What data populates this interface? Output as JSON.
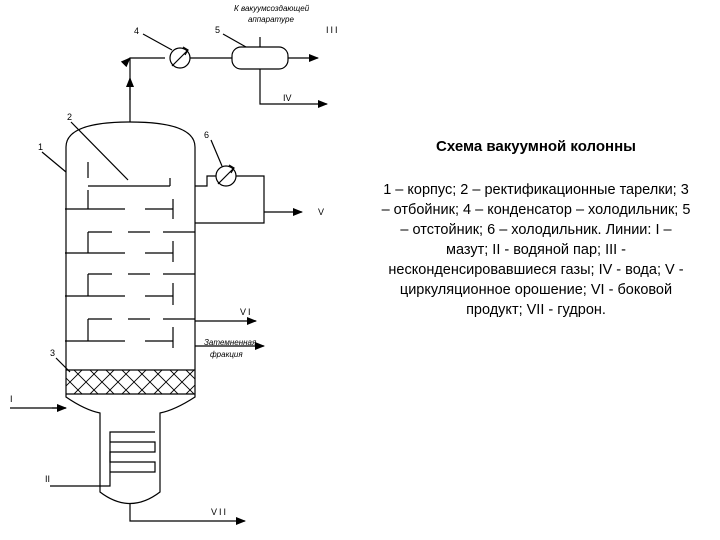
{
  "caption": {
    "title": "Схема вакуумной колонны",
    "body": "1 – корпус; 2 – ректификационные тарелки; 3 – отбойник; 4 – конденсатор – холодильник; 5 – отстойник; 6 – холодильник. Линии: I – мазут; II - водяной пар; III -  несконденсировавшиеся газы; IV - вода; V - циркуляционное орошение; VI - боковой продукт; VII - гудрон."
  },
  "diagram": {
    "numbers": {
      "n1": "1",
      "n2": "2",
      "n3": "3",
      "n4": "4",
      "n5": "5",
      "n6": "6"
    },
    "lines": {
      "l1": "I",
      "l2": "II",
      "l3": "III",
      "l4": "IV",
      "l5": "V",
      "l6": "VI",
      "l7": "VII"
    },
    "notes": {
      "vacuum_line1": "К вакуумсоздающей",
      "vacuum_line2": "аппаратуре",
      "fraction_line1": "Затемненная",
      "fraction_line2": "фракция"
    }
  }
}
